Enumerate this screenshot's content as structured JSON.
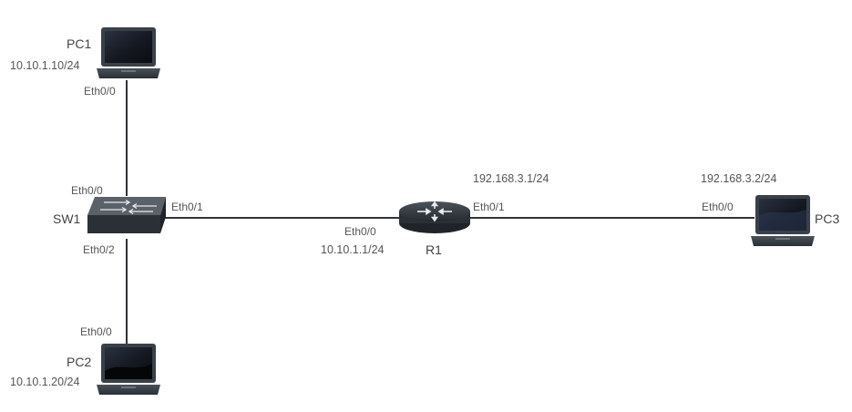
{
  "colors": {
    "link": "#2f3338",
    "device_dark": "#2b3036",
    "device_mid": "#3d434b",
    "screen": "#1a1f27",
    "text": "#555555"
  },
  "devices": {
    "pc1": {
      "name": "PC1",
      "ip": "10.10.1.10/24",
      "icon": "laptop-icon"
    },
    "pc2": {
      "name": "PC2",
      "ip": "10.10.1.20/24",
      "icon": "laptop-icon"
    },
    "pc3": {
      "name": "PC3",
      "icon": "laptop-icon"
    },
    "sw1": {
      "name": "SW1",
      "icon": "switch-icon"
    },
    "r1": {
      "name": "R1",
      "icon": "router-icon"
    }
  },
  "ports": {
    "pc1_eth0_0": "Eth0/0",
    "sw1_eth0_0": "Eth0/0",
    "sw1_eth0_1": "Eth0/1",
    "sw1_eth0_2": "Eth0/2",
    "pc2_eth0_0": "Eth0/0",
    "r1_eth0_0": "Eth0/0",
    "r1_eth0_1": "Eth0/1",
    "pc3_eth0_0": "Eth0/0"
  },
  "addresses": {
    "r1_eth0_0": "10.10.1.1/24",
    "r1_eth0_1": "192.168.3.1/24",
    "pc3_eth0_0": "192.168.3.2/24"
  },
  "links": [
    {
      "from": "PC1",
      "to": "SW1"
    },
    {
      "from": "SW1",
      "to": "PC2"
    },
    {
      "from": "SW1",
      "to": "R1"
    },
    {
      "from": "R1",
      "to": "PC3"
    }
  ]
}
